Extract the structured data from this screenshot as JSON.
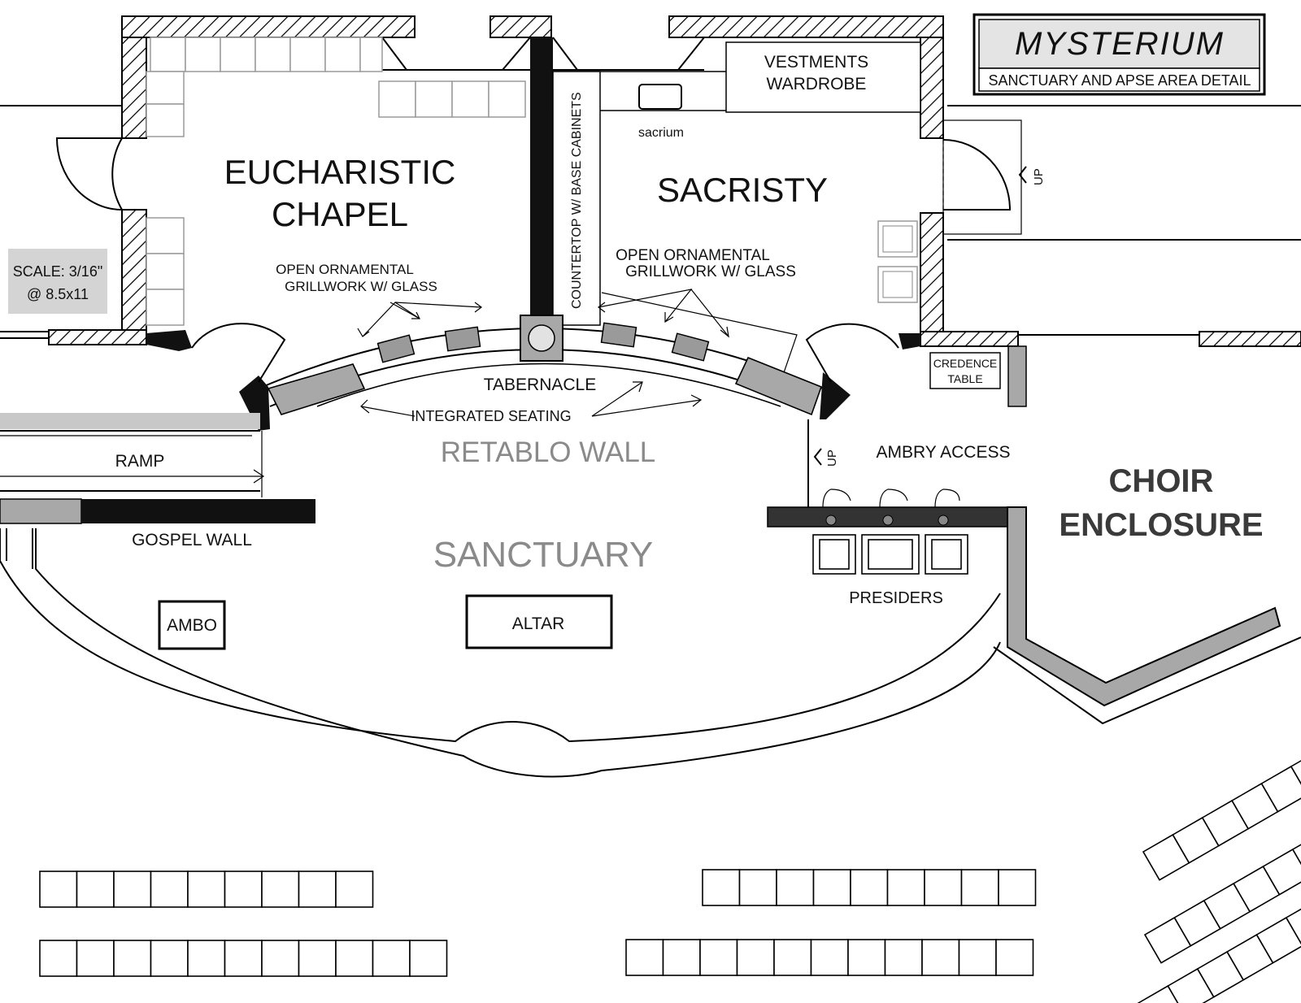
{
  "title_block": {
    "logo_text": "MYSTERIUM",
    "subtitle": "SANCTUARY AND  APSE AREA DETAIL"
  },
  "scale_note": {
    "line1": "SCALE: 3/16\"",
    "line2": "@ 8.5x11"
  },
  "rooms": {
    "eucharistic_line1": "EUCHARISTIC",
    "eucharistic_line2": "CHAPEL",
    "sacristy": "SACRISTY",
    "sanctuary": "SANCTUARY",
    "choir_line1": "CHOIR",
    "choir_line2": "ENCLOSURE"
  },
  "labels": {
    "vestments_line1": "VESTMENTS",
    "vestments_line2": "WARDROBE",
    "sacrium": "sacrium",
    "countertop": "COUNTERTOP W/ BASE CABINETS",
    "grill_left_1": "OPEN ORNAMENTAL",
    "grill_left_2": "GRILLWORK W/ GLASS",
    "grill_right_1": "OPEN ORNAMENTAL",
    "grill_right_2": "GRILLWORK W/ GLASS",
    "tabernacle": "TABERNACLE",
    "integrated_seating": "INTEGRATED SEATING",
    "retablo_wall": "RETABLO WALL",
    "ramp": "RAMP",
    "gospel_wall": "GOSPEL WALL",
    "ambry_access": "AMBRY ACCESS",
    "up_ambry": "UP",
    "up_sacristy": "UP",
    "credence_line1": "CREDENCE",
    "credence_line2": "TABLE",
    "presiders": "PRESIDERS",
    "ambo": "AMBO",
    "altar": "ALTAR"
  },
  "colors": {
    "wall_black": "#111111",
    "panel_gray": "#a8a8a8",
    "faint_gray": "#9a9a9a",
    "label_gray": "#8a8a8a"
  }
}
